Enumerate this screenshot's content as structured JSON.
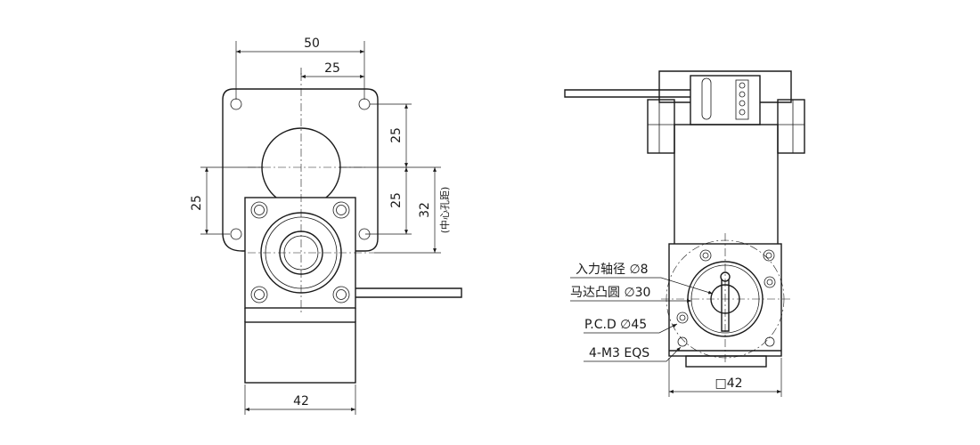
{
  "front_view": {
    "dim_top_overall": "50",
    "dim_top_half": "25",
    "dim_right_upper": "25",
    "dim_right_lower": "25",
    "dim_right_total": "32",
    "dim_right_note": "(中心孔距)",
    "dim_left": "25",
    "dim_bottom": "42"
  },
  "side_view": {
    "callout_input_shaft": "入力轴径 ∅8",
    "callout_boss": "马达凸圆 ∅30",
    "callout_pcd": "P.C.D ∅45",
    "callout_holes": "4-M3 EQS",
    "dim_bottom": "□42"
  }
}
